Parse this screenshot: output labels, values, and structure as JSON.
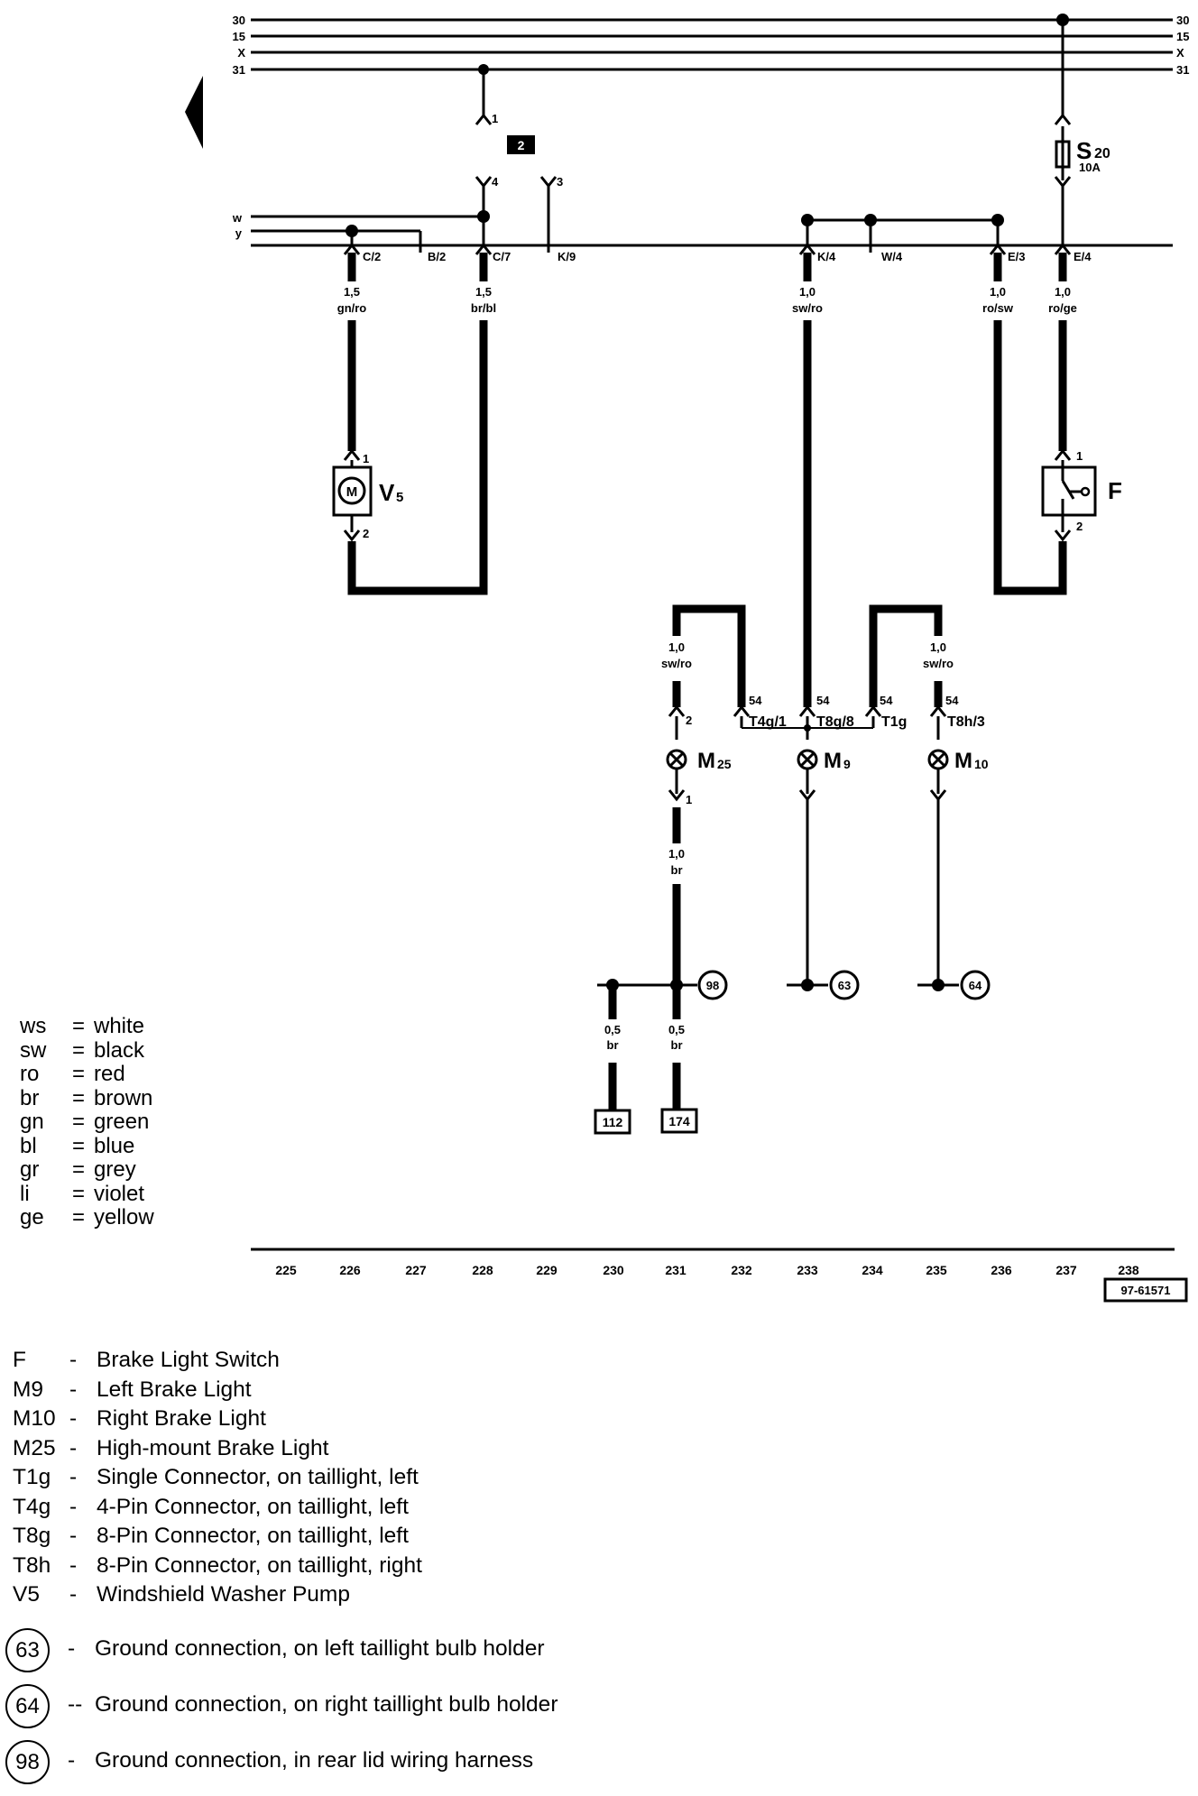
{
  "terminals": [
    "30",
    "15",
    "X",
    "31"
  ],
  "connectors": {
    "c1": "1",
    "c4": "4",
    "c3": "3",
    "relay_box": "2",
    "wire_w": "w",
    "wire_y": "y",
    "p_c2": "C/2",
    "p_b2": "B/2",
    "p_c7": "C/7",
    "p_k9": "K/9",
    "p_k4": "K/4",
    "p_w4": "W/4",
    "p_e3": "E/3",
    "p_e4": "E/4"
  },
  "fuse": {
    "name": "S",
    "sub": "20",
    "rating": "10A"
  },
  "wires": {
    "w1": [
      "1,5",
      "gn/ro"
    ],
    "w2": [
      "1,5",
      "br/bl"
    ],
    "w3": [
      "1,0",
      "sw/ro"
    ],
    "w4": [
      "1,0",
      "ro/sw"
    ],
    "w5": [
      "1,0",
      "ro/ge"
    ],
    "w6": [
      "1,0",
      "sw/ro"
    ],
    "w7": [
      "1,0",
      "sw/ro"
    ],
    "w8": [
      "1,0",
      "br"
    ],
    "w9": [
      "0,5",
      "br"
    ],
    "w10": [
      "0,5",
      "br"
    ]
  },
  "components": {
    "v5": "V",
    "v5_sub": "5",
    "motor": "M",
    "f": "F",
    "m25": "M",
    "m25_sub": "25",
    "m9": "M",
    "m9_sub": "9",
    "m10": "M",
    "m10_sub": "10",
    "pin1": "1",
    "pin2": "2"
  },
  "taillight_pins": {
    "t4g": "T4g/1",
    "t8g": "T8g/8",
    "t1g": "T1g",
    "t8h": "T8h/3",
    "n54": "54"
  },
  "grounds": [
    "98",
    "63",
    "64"
  ],
  "refs": [
    "112",
    "174"
  ],
  "scale": [
    "225",
    "226",
    "227",
    "228",
    "229",
    "230",
    "231",
    "232",
    "233",
    "234",
    "235",
    "236",
    "237",
    "238"
  ],
  "diagram_id": "97-61571",
  "color_key": [
    {
      "code": "ws",
      "meaning": "white"
    },
    {
      "code": "sw",
      "meaning": "black"
    },
    {
      "code": "ro",
      "meaning": "red"
    },
    {
      "code": "br",
      "meaning": "brown"
    },
    {
      "code": "gn",
      "meaning": "green"
    },
    {
      "code": "bl",
      "meaning": "blue"
    },
    {
      "code": "gr",
      "meaning": "grey"
    },
    {
      "code": "li",
      "meaning": "violet"
    },
    {
      "code": "ge",
      "meaning": "yellow"
    }
  ],
  "legend": [
    {
      "code": "F",
      "desc": "Brake Light Switch"
    },
    {
      "code": "M9",
      "desc": "Left Brake Light"
    },
    {
      "code": "M10",
      "desc": "Right Brake Light"
    },
    {
      "code": "M25",
      "desc": "High-mount Brake Light"
    },
    {
      "code": "T1g",
      "desc": "Single Connector, on taillight, left"
    },
    {
      "code": "T4g",
      "desc": "4-Pin Connector, on taillight, left"
    },
    {
      "code": "T8g",
      "desc": "8-Pin Connector, on taillight, left"
    },
    {
      "code": "T8h",
      "desc": "8-Pin Connector, on taillight, right"
    },
    {
      "code": "V5",
      "desc": "Windshield Washer Pump"
    }
  ],
  "ground_legend": [
    {
      "num": "63",
      "desc": "Ground connection, on left taillight  bulb holder"
    },
    {
      "num": "64",
      "desc": "Ground connection, on right taillight bulb holder"
    },
    {
      "num": "98",
      "desc": "Ground connection, in rear lid wiring harness"
    }
  ]
}
